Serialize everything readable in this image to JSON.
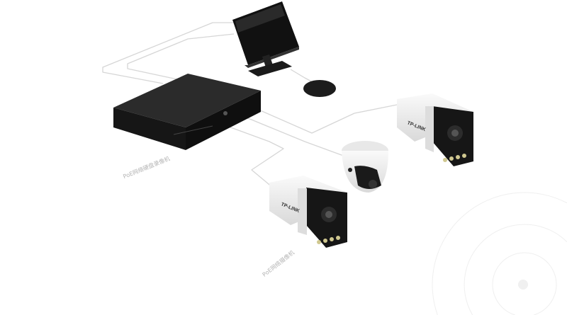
{
  "labels": {
    "nvr": "PoE网络硬盘录像机",
    "camera": "PoE网络摄像机"
  },
  "brand": "TP-LINK",
  "colors": {
    "wire": "#d4d4d4",
    "device_dark": "#1e1e1e",
    "camera_body": "#f2f2f2"
  }
}
